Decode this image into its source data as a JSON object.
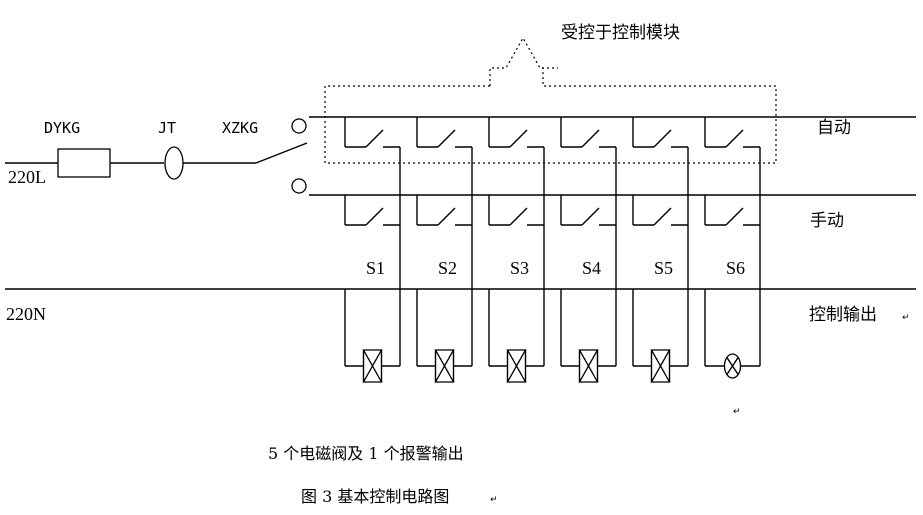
{
  "labels": {
    "dykg": "DYKG",
    "jt": "JT",
    "xzkg": "XZKG",
    "line_220l": "220L",
    "line_220n": "220N",
    "auto": "自动",
    "manual": "手动",
    "control_output": "控制输出",
    "controlled_by": "受控于控制模块"
  },
  "switches": [
    "S1",
    "S2",
    "S3",
    "S4",
    "S5",
    "S6"
  ],
  "loads": [
    "valve",
    "valve",
    "valve",
    "valve",
    "valve",
    "alarm-lamp"
  ],
  "captions": {
    "subtitle": "5 个电磁阀及 1 个报警输出",
    "title": "图 3 基本控制电路图"
  },
  "paragraph_mark": "↵"
}
